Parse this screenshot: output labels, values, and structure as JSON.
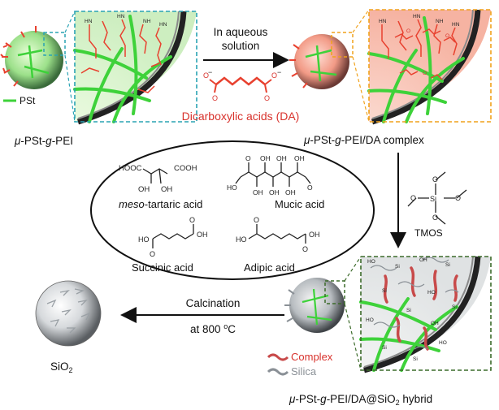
{
  "labels": {
    "step1_line1": "In aqueous",
    "step1_line2": "solution",
    "dicarboxylic": "Dicarboxylic acids (DA)",
    "pst_legend": "PSt",
    "particle1": {
      "mu": "μ",
      "a": "-PSt-",
      "g": "g",
      "b": "-PEI"
    },
    "particle2": {
      "mu": "μ",
      "a": "-PSt-",
      "g": "g",
      "b": "-PEI/DA complex"
    },
    "particle3": {
      "mu": "μ",
      "a": "-PSt-",
      "g": "g",
      "b": "-PEI/DA@SiO",
      "sub": "2",
      "c": " hybrid"
    },
    "tmos": "TMOS",
    "calcination": "Calcination",
    "temperature": {
      "prefix": "at 800 ",
      "sup": "o",
      "suffix": "C"
    },
    "sio2": {
      "base": "SiO",
      "sub": "2"
    },
    "legend_complex": "Complex",
    "legend_silica": "Silica"
  },
  "acids": {
    "meso": {
      "italic": "meso",
      "rest": "-tartaric acid"
    },
    "mucic": "Mucic acid",
    "succinic": "Succinic acid",
    "adipic": "Adipic acid"
  },
  "chem": {
    "hooc": "HOOC",
    "cooh": "COOH",
    "oh": "OH",
    "ho": "HO",
    "o": "O",
    "si": "Si",
    "nh": "NH",
    "hn": "HN",
    "minus": "−",
    "plus": "⊕"
  },
  "colors": {
    "pst_green": "#3ed23a",
    "amine_red": "#e8412f",
    "dash_blue": "#2aa3b4",
    "dash_orange": "#f0a21c",
    "dash_green": "#3c6b2a",
    "complex_red": "#c84a4a",
    "silica_gray": "#8a9096"
  }
}
